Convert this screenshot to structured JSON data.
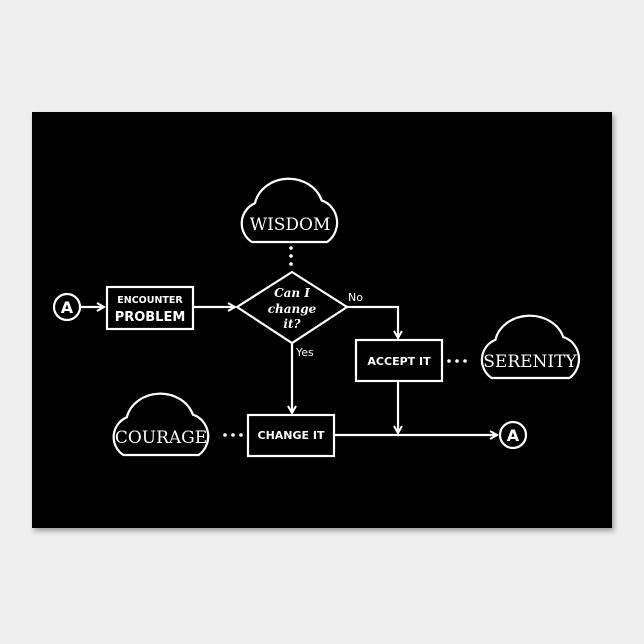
{
  "flowchart": {
    "start_connector": "A",
    "end_connector": "A",
    "encounter": {
      "line1": "ENCOUNTER",
      "line2": "PROBLEM"
    },
    "decision": {
      "line1": "Can I",
      "line2": "change",
      "line3": "it?"
    },
    "no_label": "No",
    "yes_label": "Yes",
    "accept": "ACCEPT IT",
    "change": "CHANGE IT",
    "clouds": {
      "wisdom": "WISDOM",
      "serenity": "SERENITY",
      "courage": "COURAGE"
    }
  },
  "colors": {
    "background": "#000000",
    "foreground": "#ffffff",
    "wall": "#efefef"
  }
}
